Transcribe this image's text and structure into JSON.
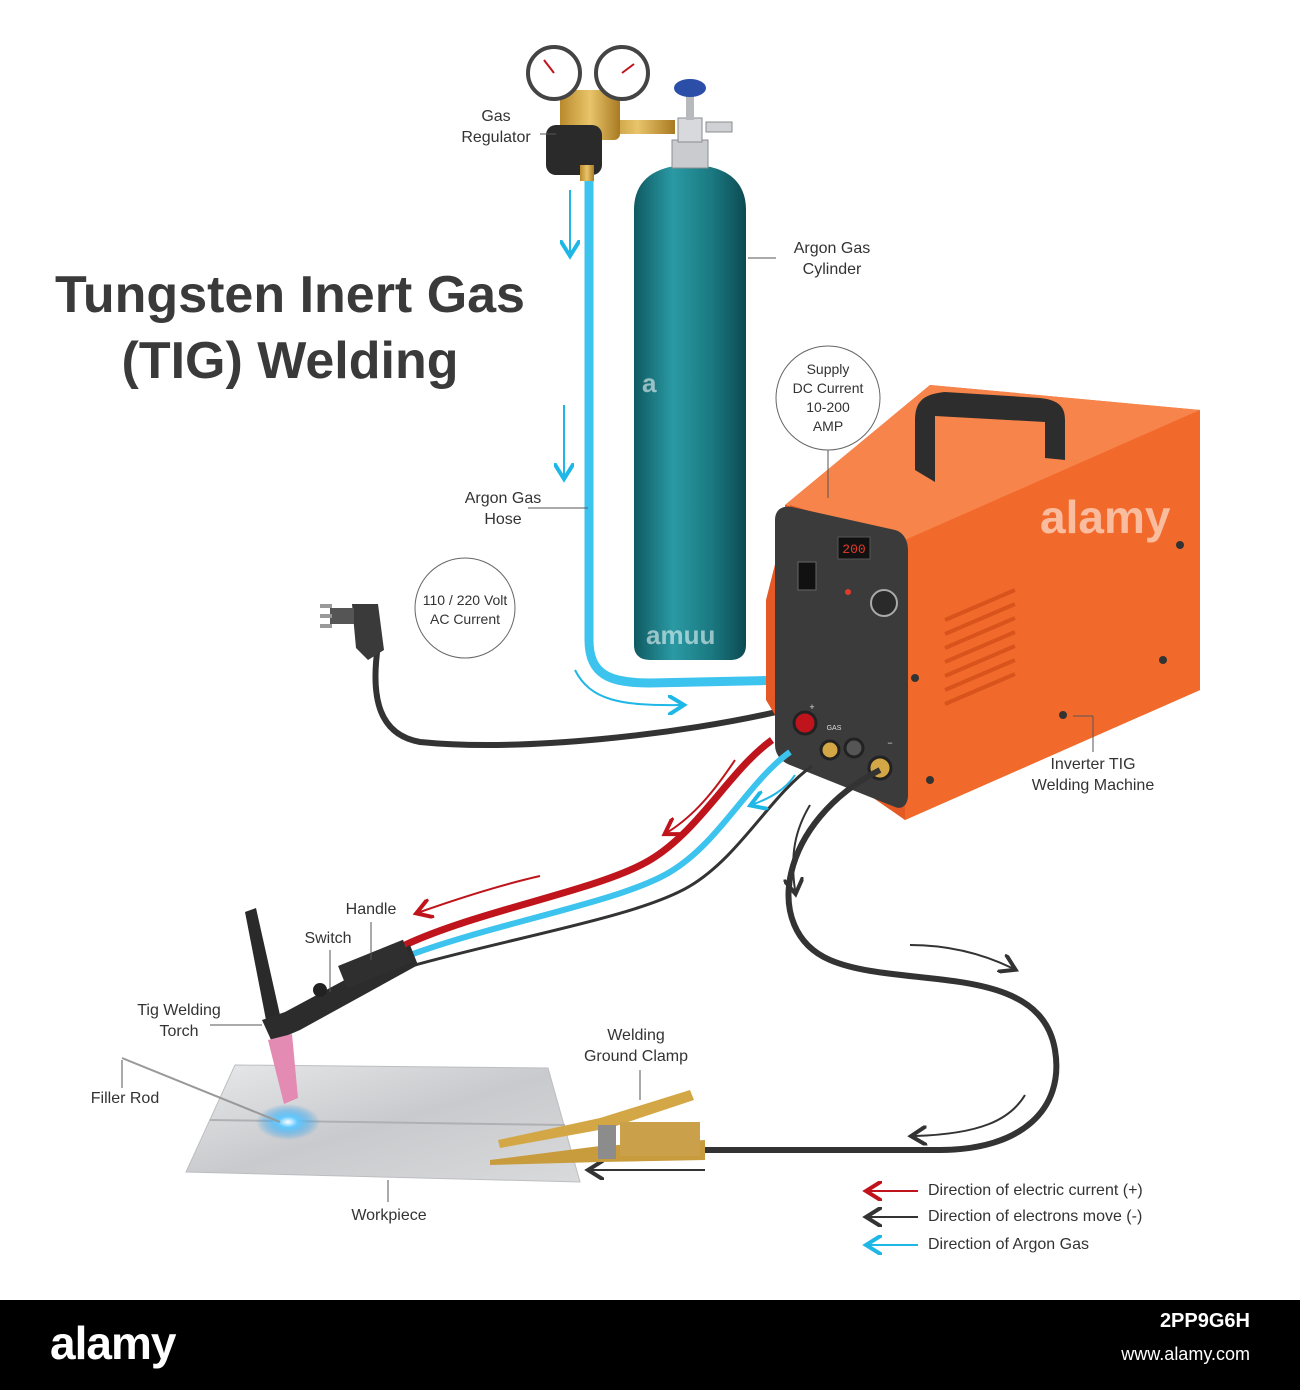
{
  "title": {
    "line1": "Tungsten Inert Gas",
    "line2": "(TIG) Welding"
  },
  "labels": {
    "gas_regulator": [
      "Gas",
      "Regulator"
    ],
    "argon_cylinder": [
      "Argon Gas",
      "Cylinder"
    ],
    "argon_hose": [
      "Argon Gas",
      "Hose"
    ],
    "supply_dc": [
      "Supply",
      "DC Current",
      "10-200",
      "AMP"
    ],
    "ac_current": [
      "110 / 220 Volt",
      "AC Current"
    ],
    "machine": [
      "Inverter TIG",
      "Welding Machine"
    ],
    "handle": "Handle",
    "switch": "Switch",
    "torch": [
      "Tig Welding",
      "Torch"
    ],
    "filler_rod": "Filler Rod",
    "ground_clamp": [
      "Welding",
      "Ground Clamp"
    ],
    "workpiece": "Workpiece"
  },
  "machine_display": "200",
  "port_labels": {
    "plus": "+",
    "gas": "GAS",
    "minus": "−"
  },
  "legend": [
    {
      "text": "Direction of electric current (+)",
      "color": "#c0141c"
    },
    {
      "text": "Direction of electrons move (-)",
      "color": "#333333"
    },
    {
      "text": "Direction of Argon Gas",
      "color": "#1fb7e6"
    }
  ],
  "colors": {
    "cylinder": "#1e7e86",
    "machine": "#f26a2b",
    "gas_hose": "#3cc3ee",
    "current": "#c0141c",
    "electron": "#333333",
    "clamp": "#d4a746"
  },
  "watermarks": {
    "center": "alamy",
    "cylinder": "a",
    "cylinder_bottom": "amuu"
  },
  "footer": {
    "logo": "alamy",
    "image_id": "2PP9G6H",
    "url": "www.alamy.com"
  }
}
